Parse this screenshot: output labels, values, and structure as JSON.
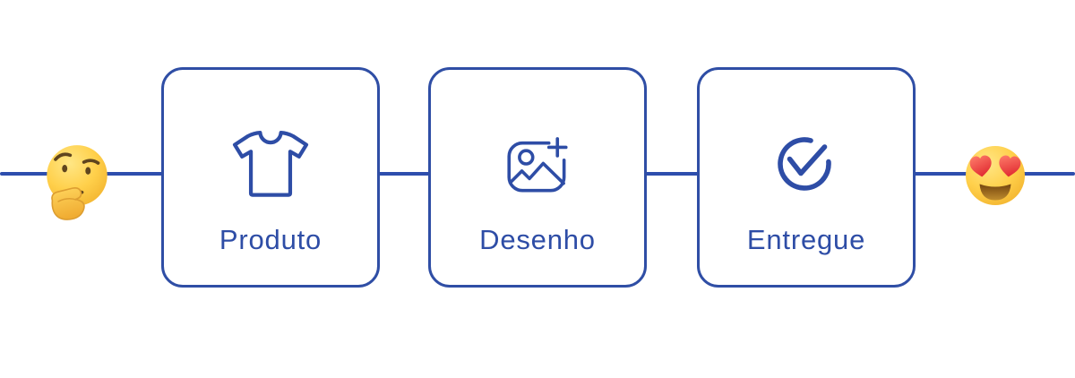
{
  "canvas": {
    "background": "#ffffff",
    "accent_color": "#2e4da6",
    "line_color": "#2d4ead",
    "card_border_color": "#2f4ea5"
  },
  "flow": {
    "start_emoji": {
      "name": "thinking-face",
      "char": "🤔"
    },
    "end_emoji": {
      "name": "smiling-face-with-heart-eyes",
      "char": "😍"
    },
    "steps": [
      {
        "label": "Produto",
        "icon": "tshirt-icon"
      },
      {
        "label": "Desenho",
        "icon": "image-plus-icon"
      },
      {
        "label": "Entregue",
        "icon": "check-circle-icon"
      }
    ]
  }
}
